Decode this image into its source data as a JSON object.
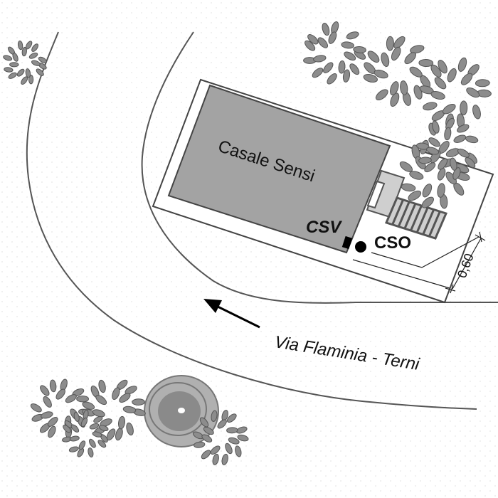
{
  "building": {
    "name": "Casale Sensi"
  },
  "markers": {
    "csv": "CSV",
    "cso": "CSO"
  },
  "dimension": {
    "value": "0,60"
  },
  "road": {
    "name": "Via Flaminia - Terni"
  },
  "colors": {
    "building": "#a3a3a3",
    "annex": "#cfcfcf",
    "tree": "#8c8c8c",
    "line": "#444444"
  }
}
